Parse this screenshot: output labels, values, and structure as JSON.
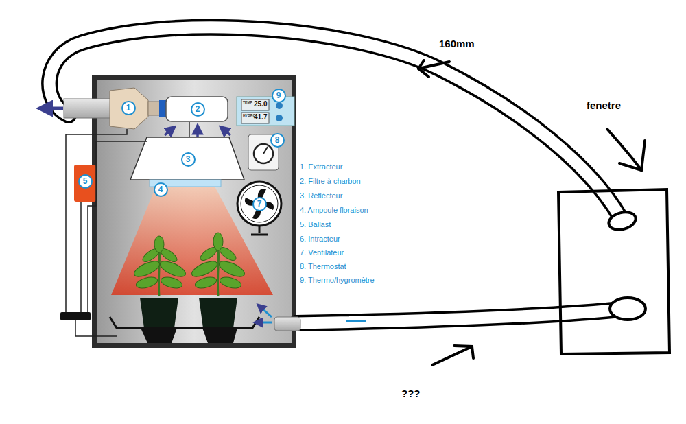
{
  "diagram": {
    "nodes": [
      {
        "text": [
          "1"
        ]
      },
      {
        "text": [
          "2"
        ]
      },
      {
        "text": [
          "3"
        ]
      },
      {
        "text": [
          "4"
        ]
      },
      {
        "text": [
          "5"
        ]
      },
      {
        "text": [
          "7"
        ]
      },
      {
        "text": [
          "8"
        ]
      },
      {
        "text": [
          "9"
        ]
      }
    ],
    "labels": [
      "160mm",
      "fenetre",
      "???",
      "1. Extracteur",
      "2. Filtre à charbon",
      "3. Réflécteur",
      "4. Ampoule floraison",
      "5. Ballast",
      "6. Intracteur",
      "7. Ventilateur",
      "8. Thermostat",
      "9. Thermo/hygromètre",
      "TEMP",
      "25.0",
      "HYGRO",
      "41.7"
    ]
  }
}
